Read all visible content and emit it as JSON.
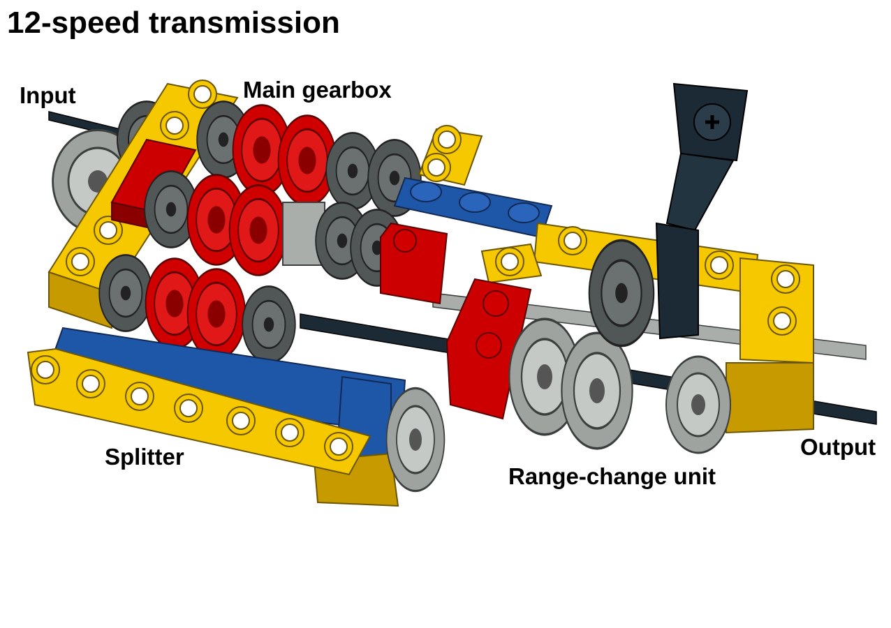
{
  "title": "12-speed transmission",
  "labels": {
    "input": "Input",
    "main_gearbox": "Main gearbox",
    "splitter": "Splitter",
    "range_change": "Range-change unit",
    "output": "Output"
  },
  "colors": {
    "yellow": "#f5c800",
    "yellow_dark": "#c79a00",
    "red": "#cc0000",
    "red_dark": "#8a0000",
    "blue": "#1f57a8",
    "blue_dark": "#133a70",
    "gray": "#a9aeab",
    "dark_gray": "#4b5050",
    "black_axle": "#1b2a34"
  }
}
